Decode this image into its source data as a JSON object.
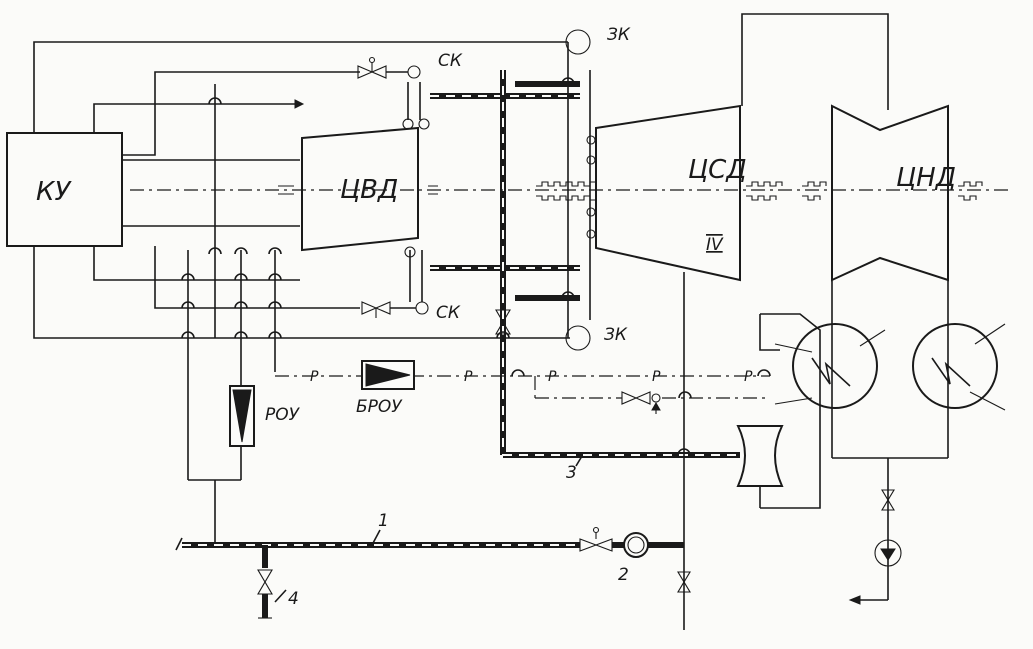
{
  "labels": {
    "boiler": "КУ",
    "hp_cylinder": "ЦВД",
    "ip_cylinder": "ЦСД",
    "lp_cylinder": "ЦНД",
    "stop_valve_top": "СК",
    "stop_valve_bottom": "СК",
    "check_valve_top": "ЗК",
    "check_valve_bottom": "ЗК",
    "rou": "РОУ",
    "brou": "БРОУ",
    "extraction": "IV",
    "marker_1": "1",
    "marker_2": "2",
    "marker_3": "3",
    "marker_4": "4",
    "p_mark": "Р"
  },
  "colors": {
    "ink": "#1a1a1a",
    "paper": "#fbfbf9"
  }
}
